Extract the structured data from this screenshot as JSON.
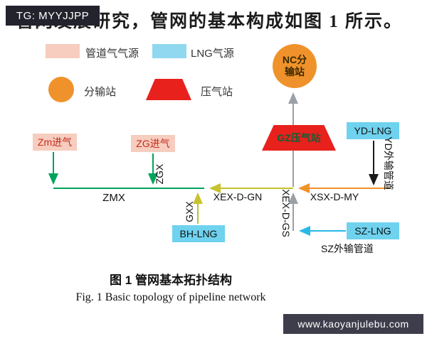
{
  "watermark_top": {
    "text": "TG: MYYJJPP"
  },
  "watermark_bottom": {
    "text": "www.kaoyanjulebu.com"
  },
  "intro_text": "管网发展研究，管网的基本构成如图 1 所示。",
  "legend": {
    "pipeline_gas": "管道气气源",
    "lng": "LNG气源",
    "distribution": "分输站",
    "compressor": "压气站"
  },
  "nodes": {
    "nc": "NC分输站",
    "gz": "GZ压气站",
    "zm": "Zm进气",
    "zg": "ZG进气",
    "yd": "YD-LNG",
    "bh": "BH-LNG",
    "sz": "SZ-LNG"
  },
  "pipelines": {
    "zmx": "ZMX",
    "zgx": "ZGX",
    "gxx": "GXX",
    "xex_d_gn": "XEX-D-GN",
    "xsx_d_my": "XSX-D-MY",
    "xex_d_gs": "XEX-D-GS",
    "yd_out": "YD外输管道",
    "sz_out": "SZ外输管道"
  },
  "caption": {
    "zh": "图 1  管网基本拓扑结构",
    "en": "Fig. 1   Basic topology of pipeline network"
  },
  "colors": {
    "pipeline_gas_source": "#f6cdbe",
    "lng_source": "#6fd2ef",
    "station_orange": "#f0922b",
    "compressor_red": "#e8211d",
    "arrow_green": "#00a35c",
    "arrow_yellow": "#c8c22e",
    "arrow_orange": "#f0922b",
    "arrow_cyan": "#2ab8e8",
    "arrow_gray": "#9aa0a6",
    "arrow_black": "#1a1a1a"
  }
}
